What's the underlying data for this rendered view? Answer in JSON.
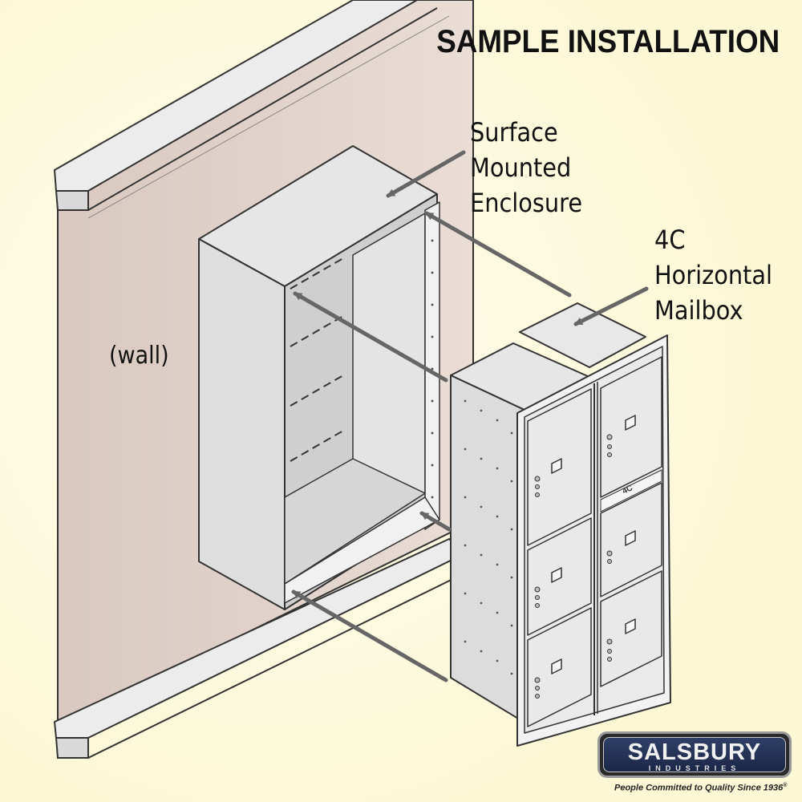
{
  "title": "SAMPLE INSTALLATION",
  "labels": {
    "enclosure": [
      "Surface",
      "Mounted",
      "Enclosure"
    ],
    "mailbox": [
      "4C",
      "Horizontal",
      "Mailbox"
    ],
    "wall": "(wall)"
  },
  "brand": {
    "name": "SALSBURY",
    "sub": "INDUSTRIES",
    "tagline": "People Committed to Quality Since 1936",
    "registered_mark": "®"
  },
  "mailbox_door_tag": "4C"
}
